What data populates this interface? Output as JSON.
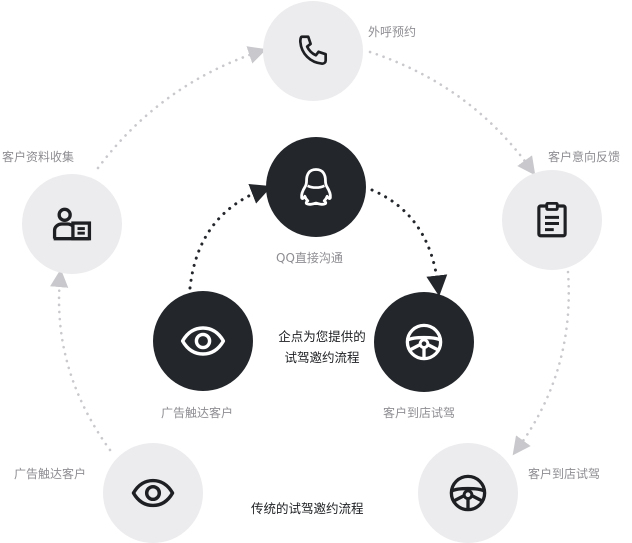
{
  "outer_cycle": {
    "caption": "传统的试驾邀约流程",
    "steps": [
      {
        "label": "外呼预约",
        "icon": "phone-icon"
      },
      {
        "label": "客户意向反馈",
        "icon": "clipboard-icon"
      },
      {
        "label": "客户到店试驾",
        "icon": "steering-wheel-icon"
      },
      {
        "label": "广告触达客户",
        "icon": "eye-icon"
      },
      {
        "label": "客户资料收集",
        "icon": "id-card-icon"
      }
    ]
  },
  "inner_cycle": {
    "caption_line1": "企点为您提供的",
    "caption_line2": "试驾邀约流程",
    "steps": [
      {
        "label": "QQ直接沟通",
        "icon": "penguin-icon"
      },
      {
        "label": "客户到店试驾",
        "icon": "steering-wheel-icon"
      },
      {
        "label": "广告触达客户",
        "icon": "eye-icon"
      }
    ]
  },
  "colors": {
    "outer_circle": "#ececee",
    "inner_circle": "#23262b",
    "outer_arrow": "#c9c9cd",
    "inner_arrow": "#23262b",
    "label_gray": "#8e8e93"
  }
}
